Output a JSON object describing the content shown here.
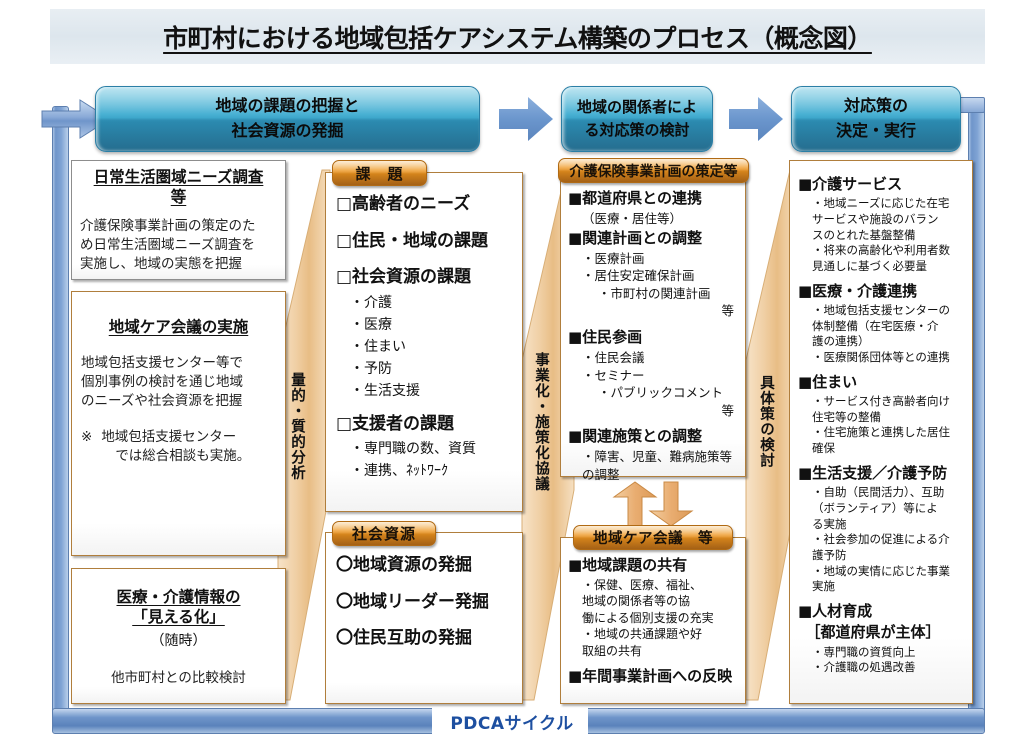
{
  "title": "市町村における地域包括ケアシステム構築のプロセス（概念図）",
  "footer": {
    "pdca_label": "PDCAサイクル"
  },
  "phases": [
    {
      "id": "phase-1",
      "lines": [
        "地域の課題の把握と",
        "社会資源の発掘"
      ]
    },
    {
      "id": "phase-2",
      "lines": [
        "地域の関係者によ",
        "る対応策の検討"
      ]
    },
    {
      "id": "phase-3",
      "lines": [
        "対応策の",
        "決定・実行"
      ]
    }
  ],
  "connectors": [
    {
      "id": "conn-1",
      "text": "量的・質的分析"
    },
    {
      "id": "conn-2",
      "text": "事業化・施策化協議"
    },
    {
      "id": "conn-3",
      "text": "具体策の検討"
    }
  ],
  "column1": {
    "cards": [
      {
        "title": [
          "日常生活圏域ニーズ調査",
          "等"
        ],
        "body": [
          "介護保険事業計画の策定のた",
          "め日常生活圏域ニーズ調査を",
          "実施し、地域の実態を把握"
        ]
      },
      {
        "title": [
          "地域ケア会議の実施"
        ],
        "body": [
          "地域包括支援センター等で",
          "個別事例の検討を通じ地域",
          "のニーズや社会資源を把握"
        ],
        "note_mark": "※",
        "note": [
          "地域包括支援センター",
          "では総合相談も実施。"
        ]
      },
      {
        "title": [
          "医療・介護情報の",
          "「見える化」"
        ],
        "subtitle": "（随時）",
        "body": [
          "他市町村との比較検討"
        ]
      }
    ]
  },
  "column2": {
    "card_a": {
      "tab": "課　題",
      "items": [
        {
          "level": 1,
          "text": "□高齢者のニーズ"
        },
        {
          "level": 0,
          "text": ""
        },
        {
          "level": 1,
          "text": "□住民・地域の課題"
        },
        {
          "level": 0,
          "text": ""
        },
        {
          "level": 1,
          "text": "□社会資源の課題"
        },
        {
          "level": 2,
          "text": "・介護"
        },
        {
          "level": 2,
          "text": "・医療"
        },
        {
          "level": 2,
          "text": "・住まい"
        },
        {
          "level": 2,
          "text": "・予防"
        },
        {
          "level": 2,
          "text": "・生活支援"
        },
        {
          "level": 0,
          "text": ""
        },
        {
          "level": 1,
          "text": "□支援者の課題"
        },
        {
          "level": 2,
          "text": "・専門職の数、資質"
        },
        {
          "level": 2,
          "text": "・連携、ﾈｯﾄﾜｰｸ"
        }
      ]
    },
    "card_b": {
      "tab": "社会資源",
      "items": [
        {
          "level": 1,
          "text": "〇地域資源の発掘"
        },
        {
          "level": 0,
          "text": ""
        },
        {
          "level": 1,
          "text": "〇地域リーダー発掘"
        },
        {
          "level": 0,
          "text": ""
        },
        {
          "level": 1,
          "text": "〇住民互助の発掘"
        }
      ]
    }
  },
  "column3": {
    "card_a": {
      "tab": "介護保険事業計画の策定等",
      "items": [
        {
          "level": 1,
          "text": "■都道府県との連携"
        },
        {
          "level": 2,
          "text": "（医療・居住等）"
        },
        {
          "level": 1,
          "text": "■関連計画との調整"
        },
        {
          "level": 2,
          "text": "・医療計画"
        },
        {
          "level": 2,
          "text": "・居住安定確保計画"
        },
        {
          "level": 3,
          "text": "・市町村の関連計画"
        },
        {
          "level": 4,
          "text": "等"
        },
        {
          "level": 0,
          "text": ""
        },
        {
          "level": 1,
          "text": "■住民参画"
        },
        {
          "level": 2,
          "text": "・住民会議"
        },
        {
          "level": 2,
          "text": "・セミナー"
        },
        {
          "level": 3,
          "text": "・パブリックコメント"
        },
        {
          "level": 4,
          "text": "等"
        },
        {
          "level": 0,
          "text": ""
        },
        {
          "level": 1,
          "text": "■関連施策との調整"
        },
        {
          "level": 2,
          "text": "・障害、児童、難病施策等"
        },
        {
          "level": 2,
          "text": "の調整"
        }
      ]
    },
    "card_b": {
      "tab": "地域ケア会議　等",
      "items": [
        {
          "level": 1,
          "text": "■地域課題の共有"
        },
        {
          "level": 2,
          "text": "・保健、医療、福祉、"
        },
        {
          "level": 2,
          "text": "地域の関係者等の協"
        },
        {
          "level": 2,
          "text": "働による個別支援の充実"
        },
        {
          "level": 2,
          "text": "・地域の共通課題や好"
        },
        {
          "level": 2,
          "text": "取組の共有"
        },
        {
          "level": 0,
          "text": ""
        },
        {
          "level": 1,
          "text": "■年間事業計画への反映"
        }
      ]
    },
    "arrows": {
      "up": "arrow-up",
      "down": "arrow-down"
    }
  },
  "column4": {
    "items": [
      {
        "level": 1,
        "text": "■介護サービス"
      },
      {
        "level": 2,
        "text": "・地域ニーズに応じた在宅"
      },
      {
        "level": 2,
        "text": "サービスや施設のバラン"
      },
      {
        "level": 2,
        "text": "スのとれた基盤整備"
      },
      {
        "level": 2,
        "text": "・将来の高齢化や利用者数"
      },
      {
        "level": 2,
        "text": "見通しに基づく必要量"
      },
      {
        "level": 0,
        "text": ""
      },
      {
        "level": 1,
        "text": "■医療・介護連携"
      },
      {
        "level": 2,
        "text": "・地域包括支援センターの"
      },
      {
        "level": 2,
        "text": "体制整備（在宅医療・介"
      },
      {
        "level": 2,
        "text": "護の連携）"
      },
      {
        "level": 2,
        "text": "・医療関係団体等との連携"
      },
      {
        "level": 0,
        "text": ""
      },
      {
        "level": 1,
        "text": "■住まい"
      },
      {
        "level": 2,
        "text": "・サービス付き高齢者向け"
      },
      {
        "level": 2,
        "text": "住宅等の整備"
      },
      {
        "level": 2,
        "text": "・住宅施策と連携した居住"
      },
      {
        "level": 2,
        "text": "確保"
      },
      {
        "level": 0,
        "text": ""
      },
      {
        "level": 1,
        "text": "■生活支援／介護予防"
      },
      {
        "level": 2,
        "text": "・自助（民間活力）、互助"
      },
      {
        "level": 2,
        "text": "（ボランティア）等によ"
      },
      {
        "level": 2,
        "text": "る実施"
      },
      {
        "level": 2,
        "text": "・社会参加の促進による介"
      },
      {
        "level": 2,
        "text": "護予防"
      },
      {
        "level": 2,
        "text": "・地域の実情に応じた事業"
      },
      {
        "level": 2,
        "text": "実施"
      },
      {
        "level": 0,
        "text": ""
      },
      {
        "level": 1,
        "text": "■人材育成"
      },
      {
        "level": 1,
        "text": "　［都道府県が主体］"
      },
      {
        "level": 2,
        "text": "・専門職の資質向上"
      },
      {
        "level": 2,
        "text": "・介護職の処遇改善"
      }
    ]
  },
  "colors": {
    "teal": "#3aa9cf",
    "orange": "#e08b1d",
    "blue_frame": "#6f95ca",
    "ribbon": "#f3d3a8",
    "pdca_text": "#1d4fa0"
  }
}
